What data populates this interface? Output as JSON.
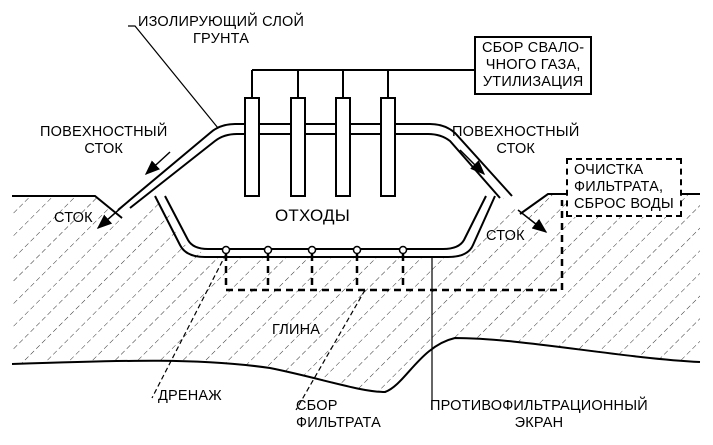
{
  "labels": {
    "soil_layer_line1": "ИЗОЛИРУЮЩИЙ СЛОЙ",
    "soil_layer_line2": "ГРУНТА",
    "gas_line1": "СБОР СВАЛО-",
    "gas_line2": "ЧНОГО ГАЗА,",
    "gas_line3": "УТИЛИЗАЦИЯ",
    "runoff_left_line1": "ПОВЕХНОСТНЫЙ",
    "runoff_left_line2": "СТОК",
    "runoff_right_line1": "ПОВЕХНОСТНЫЙ",
    "runoff_right_line2": "СТОК",
    "filtrate_line1": "ОЧИСТКА",
    "filtrate_line2": "ФИЛЬТРАТА,",
    "filtrate_line3": "СБРОС ВОДЫ",
    "drain_left": "СТОК",
    "drain_right": "СТОК",
    "waste": "ОТХОДЫ",
    "clay": "ГЛИНА",
    "drainage": "ДРЕНАЖ",
    "collection_line1": "СБОР",
    "collection_line2": "ФИЛЬТРАТА",
    "barrier_line1": "ПРОТИВОФИЛЬТРАЦИОННЫЙ",
    "barrier_line2": "ЭКРАН"
  }
}
